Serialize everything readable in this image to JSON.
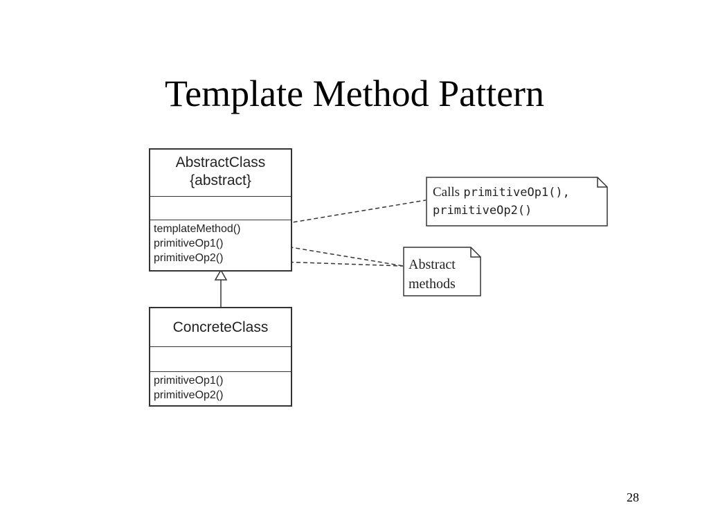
{
  "slide": {
    "title": "Template Method Pattern",
    "page_number": "28"
  },
  "abstract_class": {
    "name": "AbstractClass",
    "stereotype": "{abstract}",
    "operations": [
      "templateMethod()",
      "primitiveOp1()",
      "primitiveOp2()"
    ]
  },
  "concrete_class": {
    "name": "ConcreteClass",
    "operations": [
      "primitiveOp1()",
      "primitiveOp2()"
    ]
  },
  "notes": {
    "calls": {
      "prefix": "Calls",
      "line1_code": "primitiveOp1(),",
      "line2_code": "primitiveOp2()"
    },
    "abstract": {
      "line1": "Abstract",
      "line2": "methods"
    }
  }
}
